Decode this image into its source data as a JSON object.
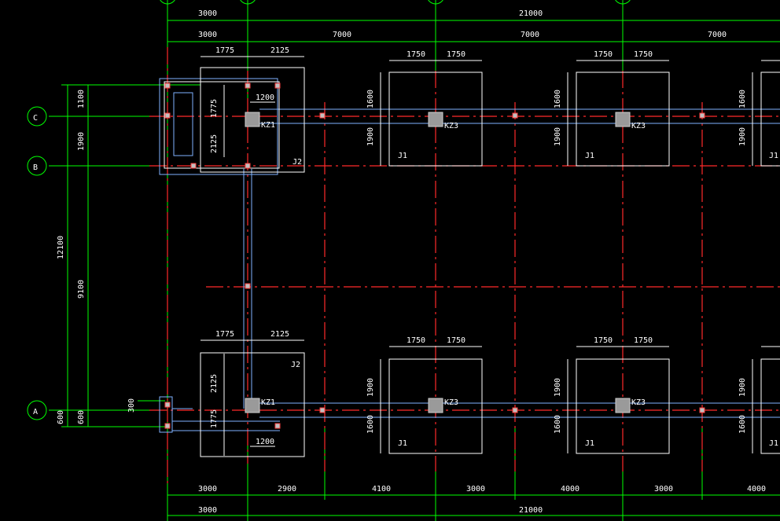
{
  "axes": {
    "A": "A",
    "B": "B",
    "C": "C"
  },
  "dims_top_row1": {
    "d1": "3000",
    "total": "21000"
  },
  "dims_top_row2": {
    "d1": "3000",
    "d2": "7000",
    "d3": "7000",
    "d4": "7000"
  },
  "dims_left": {
    "total": "12100",
    "d_c_top": "1100",
    "d_cb": "1900",
    "d_ba": "9100",
    "d_a_bot": "600",
    "d_a_bot_outer": "600",
    "d_300": "300"
  },
  "dims_bottom_row1": {
    "d1": "3000",
    "d2": "2900",
    "d3": "4100",
    "d4": "3000",
    "d5": "4000",
    "d6": "3000",
    "d7": "4000"
  },
  "dims_bottom_row2": {
    "d1": "3000",
    "total": "21000"
  },
  "footings": {
    "upper_j2": {
      "left": "1775",
      "right": "2125",
      "v_top": "1775",
      "v_bot": "2125",
      "inner": "1200",
      "name": "J2"
    },
    "lower_j2": {
      "left": "1775",
      "right": "2125",
      "v_top": "2125",
      "v_bot": "1775",
      "inner": "1200",
      "name": "J2"
    },
    "j1_top": {
      "left": "1750",
      "right": "1750",
      "v_top": "1600",
      "v_bot": "1900",
      "name": "J1"
    },
    "j1_bot": {
      "left": "1750",
      "right": "1750",
      "v_top": "1900",
      "v_bot": "1600",
      "name": "J1"
    }
  },
  "columns": {
    "kz1": "KZ1",
    "kz3": "KZ3"
  },
  "colors": {
    "grid": "#00ff00",
    "axis": "#ff2a2a",
    "outline": "#ffffff",
    "beam": "#7fb2ff"
  }
}
